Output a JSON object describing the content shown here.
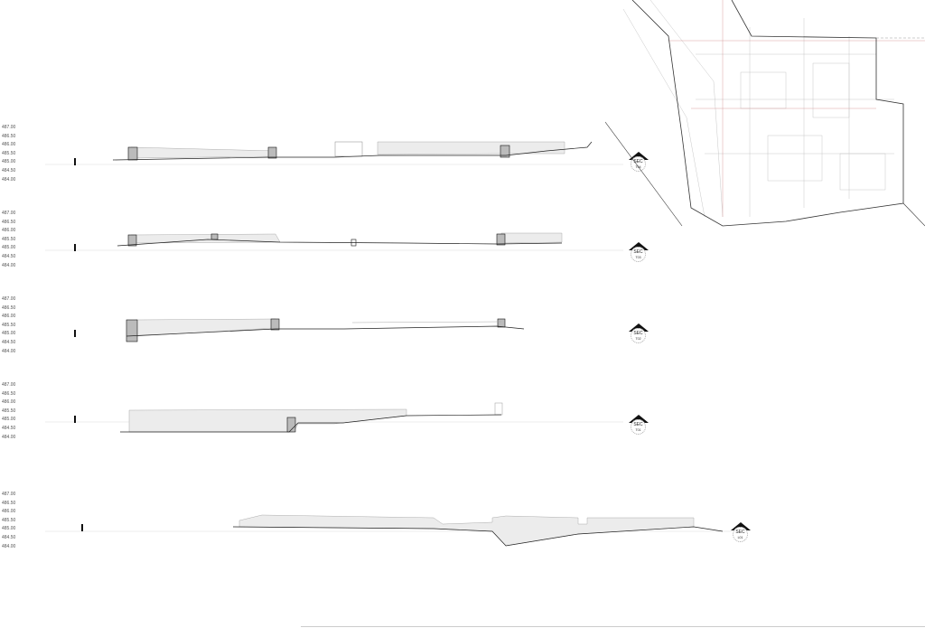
{
  "elevation_labels": [
    "487.00",
    "486.50",
    "486.00",
    "485.50",
    "485.00",
    "484.50",
    "484.00"
  ],
  "sections": [
    {
      "marker_label": "SEC",
      "marker_code": "T04"
    },
    {
      "marker_label": "SEC",
      "marker_code": "T03"
    },
    {
      "marker_label": "SEC",
      "marker_code": "T02"
    },
    {
      "marker_label": "SEC",
      "marker_code": "T01"
    },
    {
      "marker_label": "SEC",
      "marker_code": "L01"
    }
  ],
  "colors": {
    "line": "#222222",
    "fill": "#ececec",
    "plan_red": "#d9a0a0",
    "plan_grey": "#b8b8b8"
  }
}
